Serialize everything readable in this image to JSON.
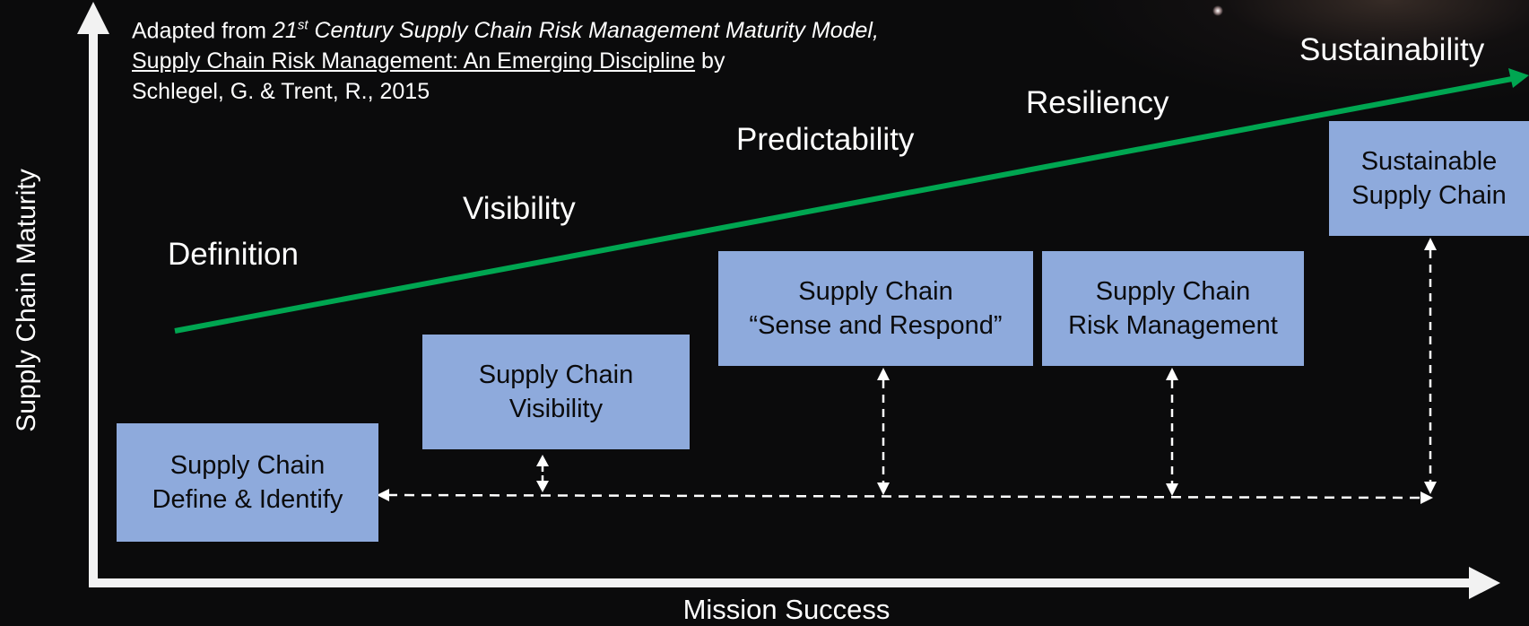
{
  "citation": {
    "prefix": "Adapted from ",
    "title_num": "21",
    "title_sup": "st",
    "title_rest": " Century Supply Chain Risk Management Maturity Model,",
    "book": "Supply Chain Risk Management: An Emerging Discipline",
    "by": " by",
    "authors": "Schlegel, G. & Trent, R., 2015"
  },
  "stages": [
    "Definition",
    "Visibility",
    "Predictability",
    "Resiliency",
    "Sustainability"
  ],
  "boxes": [
    {
      "line1": "Supply Chain",
      "line2": "Define & Identify"
    },
    {
      "line1": "Supply Chain",
      "line2": "Visibility"
    },
    {
      "line1": "Supply Chain",
      "line2": "“Sense and Respond”"
    },
    {
      "line1": "Supply Chain",
      "line2": "Risk Management"
    },
    {
      "line1": "Sustainable",
      "line2": "Supply Chain"
    }
  ],
  "axes": {
    "y_label": "Supply Chain Maturity",
    "x_label": "Mission Success"
  },
  "colors": {
    "background": "#0b0b0c",
    "box_fill": "#8eaadc",
    "trend_arrow": "#00a651",
    "axis": "#f2f2f2",
    "text": "#ffffff"
  }
}
